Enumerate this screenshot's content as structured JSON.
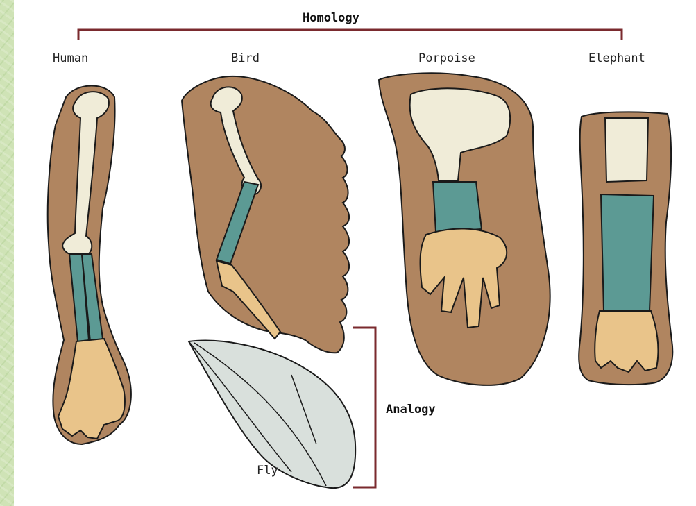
{
  "title": "Homology",
  "labels": {
    "human": "Human",
    "bird": "Bird",
    "porpoise": "Porpoise",
    "elephant": "Elephant",
    "fly": "Fly",
    "analogy": "Analogy"
  },
  "colors": {
    "bracket": "#7a2a2e",
    "skin": "#b08560",
    "bone": "#f0ecd8",
    "forearm": "#5c9a94",
    "hand": "#e9c48a",
    "wing": "#d9e0dc",
    "background_panel": "#ffffff",
    "slide_background": "#cfe3b6"
  }
}
